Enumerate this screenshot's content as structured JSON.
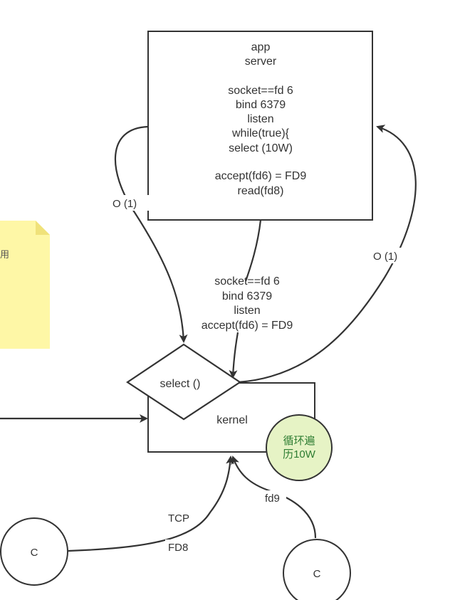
{
  "app_server": {
    "lines": [
      "app",
      "server",
      "",
      "socket==fd 6",
      "bind  6379",
      "listen",
      "while(true){",
      "select  (10W)",
      "",
      "accept(fd6) =    FD9",
      "read(fd8)"
    ]
  },
  "middle_labels": [
    "socket==fd 6",
    "bind 6379",
    "listen",
    "accept(fd6) = FD9"
  ],
  "select_label": "select  ()",
  "kernel_label": "kernel",
  "loop_note": [
    "循环遍",
    "历10W"
  ],
  "left_loop_label": "O  (1)",
  "right_loop_label": "O  (1)",
  "tcp_label": "TCP",
  "fd8_label": "FD8",
  "fd9_label": "fd9",
  "client_left_label": "C",
  "client_right_label": "C",
  "sticky_note_text": "用",
  "colors": {
    "stroke": "#333333",
    "sticky_fill": "#fef7a6",
    "sticky_fold": "#f0e27a",
    "loop_fill": "#e6f3c5",
    "loop_stroke": "#6b8e23",
    "loop_text": "#2e7d32"
  }
}
